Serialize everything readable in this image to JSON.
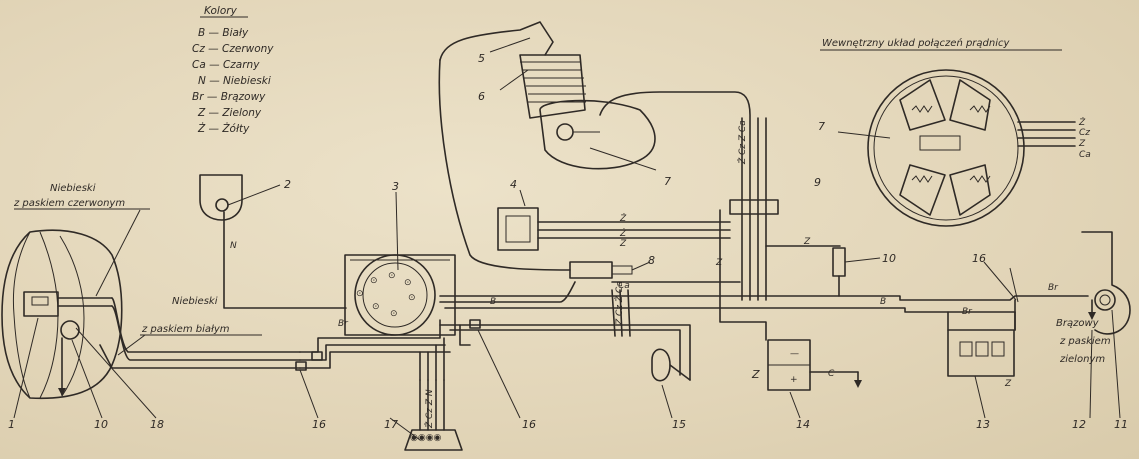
{
  "legend": {
    "title": "Kolory",
    "items": [
      "B — Biały",
      "Cz — Czerwony",
      "Ca — Czarny",
      "N — Niebieski",
      "Br — Brązowy",
      "Z — Zielony",
      "Ż — Żółty"
    ]
  },
  "generator_title": "Wewnętrzny układ połączeń prądnicy",
  "generator_wires": [
    "Ż",
    "Cz",
    "Z",
    "Ca"
  ],
  "labels": {
    "blue_red": [
      "Niebieski",
      "z paskiem czerwonym"
    ],
    "blue_white": [
      "Niebieski",
      "z paskiem białym"
    ],
    "brown_green": [
      "Brązowy",
      "z paskiem",
      "zielonym"
    ]
  },
  "wire_labels": {
    "n": "N",
    "br_left": "Br",
    "b1": "B",
    "b2": "B",
    "br_right": "Br",
    "br_top": "Br",
    "z_mid": "Z",
    "z_bat": "Z",
    "z_reg": "Z",
    "ca_bat": "C",
    "z10": "Z",
    "ca8": "Ca",
    "z1": "Ż",
    "z2": "Ż",
    "z3": "Z",
    "bundle9": "Ż Cz Z Ca",
    "bundle8": "Z Cz Ż Ca",
    "bundle17": "Ż Cz Z N"
  },
  "numbers": [
    "1",
    "2",
    "3",
    "4",
    "5",
    "6",
    "7",
    "8",
    "9",
    "10",
    "10",
    "11",
    "12",
    "13",
    "14",
    "15",
    "16",
    "16",
    "16",
    "17",
    "18",
    "7"
  ]
}
